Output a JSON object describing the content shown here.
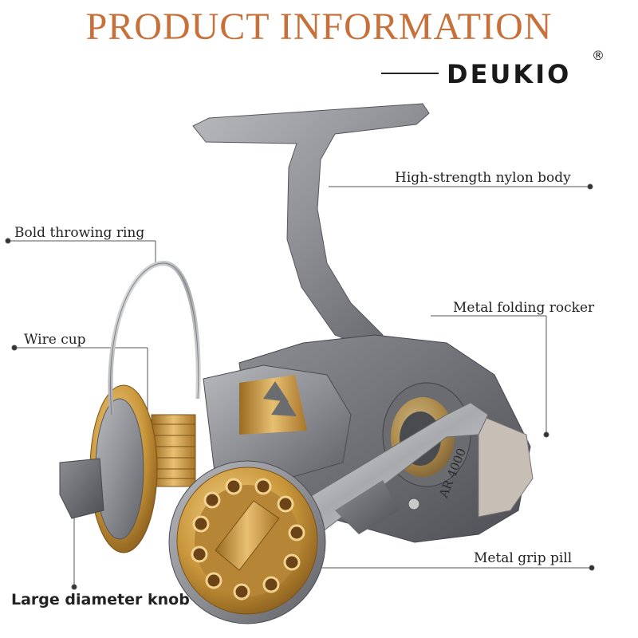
{
  "header": {
    "title": "PRODUCT INFORMATION",
    "brand": "DEUKIO",
    "registered_mark": "®"
  },
  "reel": {
    "model_marking": "AR 4000"
  },
  "callouts": [
    {
      "text": "High-strength nylon body"
    },
    {
      "text": "Bold throwing ring"
    },
    {
      "text": "Metal folding rocker"
    },
    {
      "text": "Wire cup"
    },
    {
      "text": "Metal grip pill"
    },
    {
      "text": "Large diameter knob"
    }
  ],
  "colors": {
    "title": "#c8703a",
    "reel_body": "#8f9196",
    "gold": "#c9963a"
  }
}
